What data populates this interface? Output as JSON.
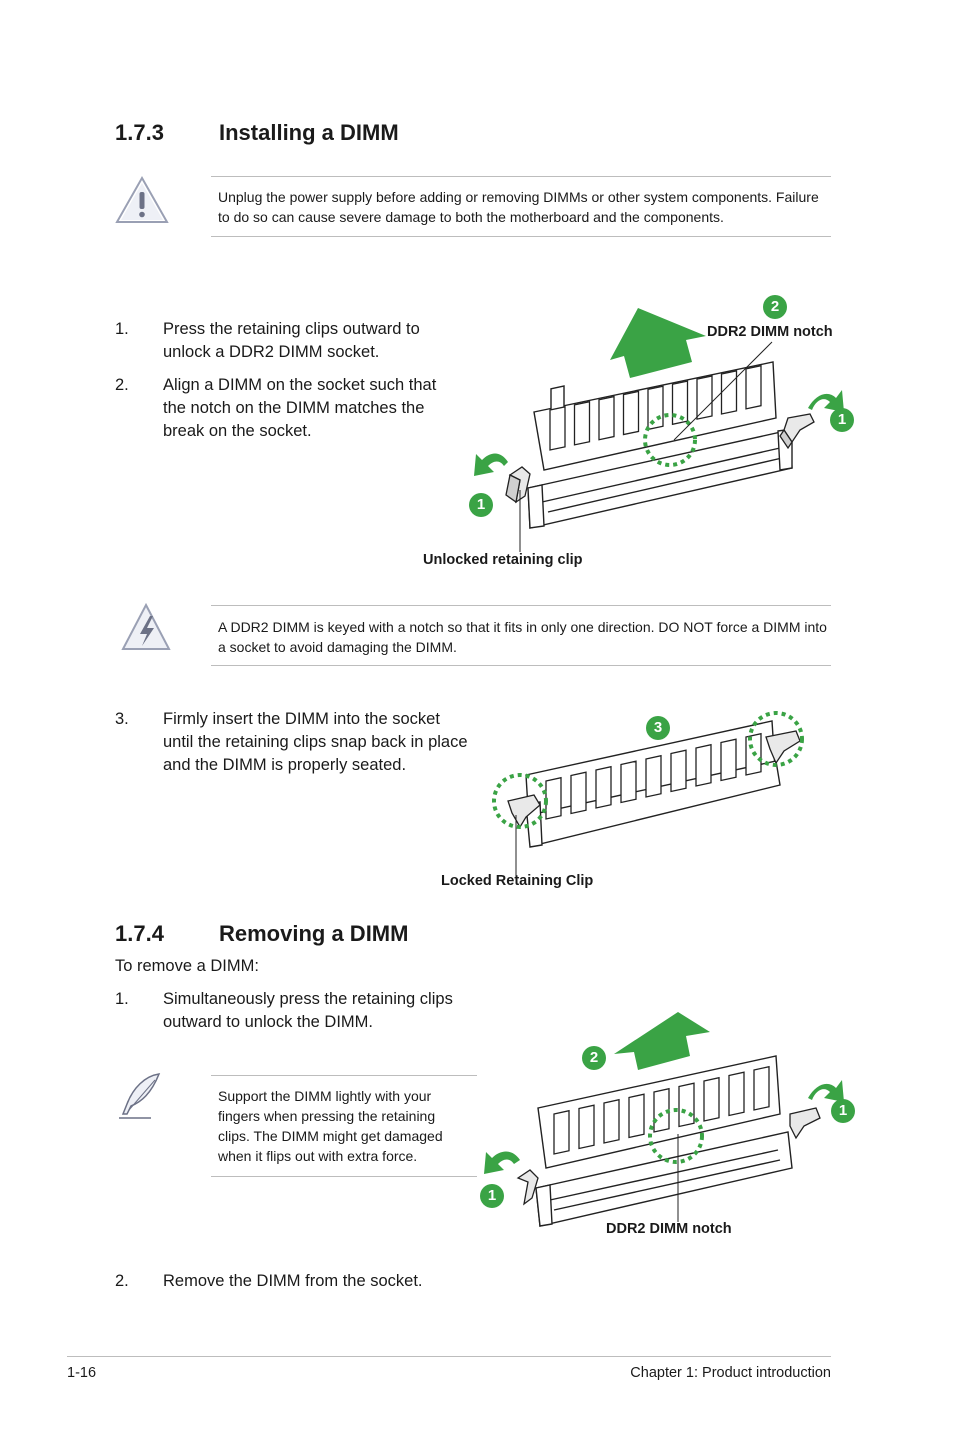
{
  "sections": {
    "install": {
      "number": "1.7.3",
      "title": "Installing a DIMM"
    },
    "remove": {
      "number": "1.7.4",
      "title": "Removing a DIMM"
    }
  },
  "notes": {
    "caution": "Unplug the power supply before adding or removing DIMMs or other system components. Failure to do so can cause severe damage to both the motherboard and the components.",
    "warning": "A DDR2 DIMM is keyed with a notch so that it fits in only one direction. DO NOT force a DIMM into a socket to avoid damaging the DIMM.",
    "tip": "Support the DIMM lightly with your fingers when pressing the retaining clips. The DIMM might get damaged when it flips out with extra force."
  },
  "install_steps": [
    {
      "n": "1.",
      "text": "Press the retaining clips outward to\nunlock a DDR2 DIMM socket."
    },
    {
      "n": "2.",
      "text": "Align a DIMM on the socket such that\nthe notch on the DIMM matches the\nbreak on the socket."
    },
    {
      "n": "3.",
      "text": "Firmly insert the DIMM into the socket\nuntil the retaining clips snap back in place\nand the DIMM is properly seated."
    }
  ],
  "remove_intro": "To remove a DIMM:",
  "remove_steps": [
    {
      "n": "1.",
      "text": "Simultaneously press the retaining clips\noutward to unlock the DIMM."
    },
    {
      "n": "2.",
      "text": "Remove the DIMM from the socket."
    }
  ],
  "figure_labels": {
    "fig1_notch": "DDR2 DIMM notch",
    "fig1_clip": "Unlocked retaining clip",
    "fig2_clip": "Locked Retaining Clip",
    "fig3_notch": "DDR2 DIMM notch"
  },
  "badges": {
    "one": "1",
    "two": "2",
    "three": "3"
  },
  "footer": {
    "page": "1-16",
    "chapter": "Chapter 1: Product introduction"
  },
  "colors": {
    "accent_green": "#3aa345",
    "rule_gray": "#bdbdbd"
  }
}
